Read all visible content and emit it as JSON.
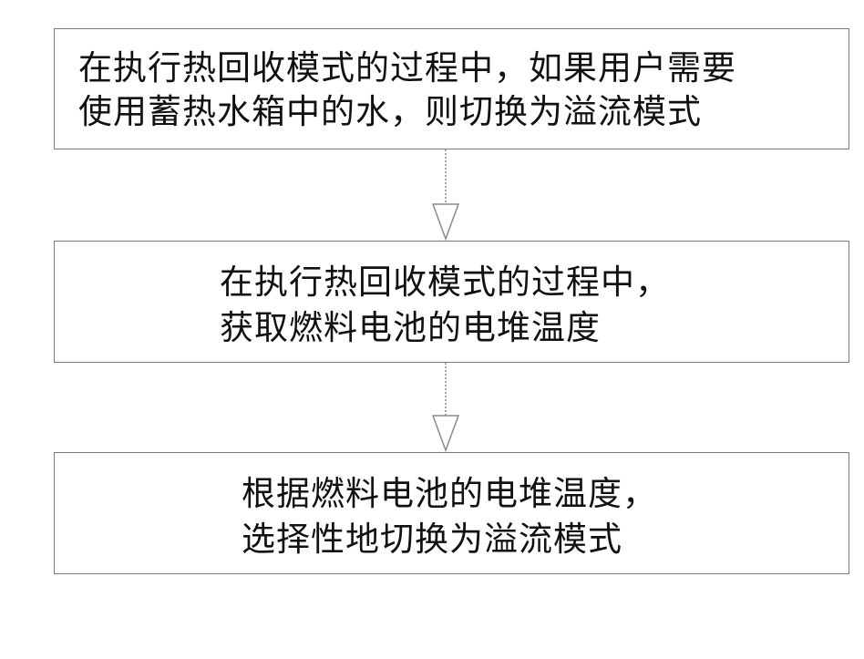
{
  "steps": [
    {
      "line1": "在执行热回收模式的过程中，如果用户需要",
      "line2": "使用蓄热水箱中的水，则切换为溢流模式"
    },
    {
      "line1": "在执行热回收模式的过程中，",
      "line2": "获取燃料电池的电堆温度"
    },
    {
      "line1": "根据燃料电池的电堆温度，",
      "line2": "选择性地切换为溢流模式"
    }
  ],
  "colors": {
    "box_border": "#7a7a7a",
    "arrow_stroke": "#8a8a8a",
    "text": "#111111"
  }
}
